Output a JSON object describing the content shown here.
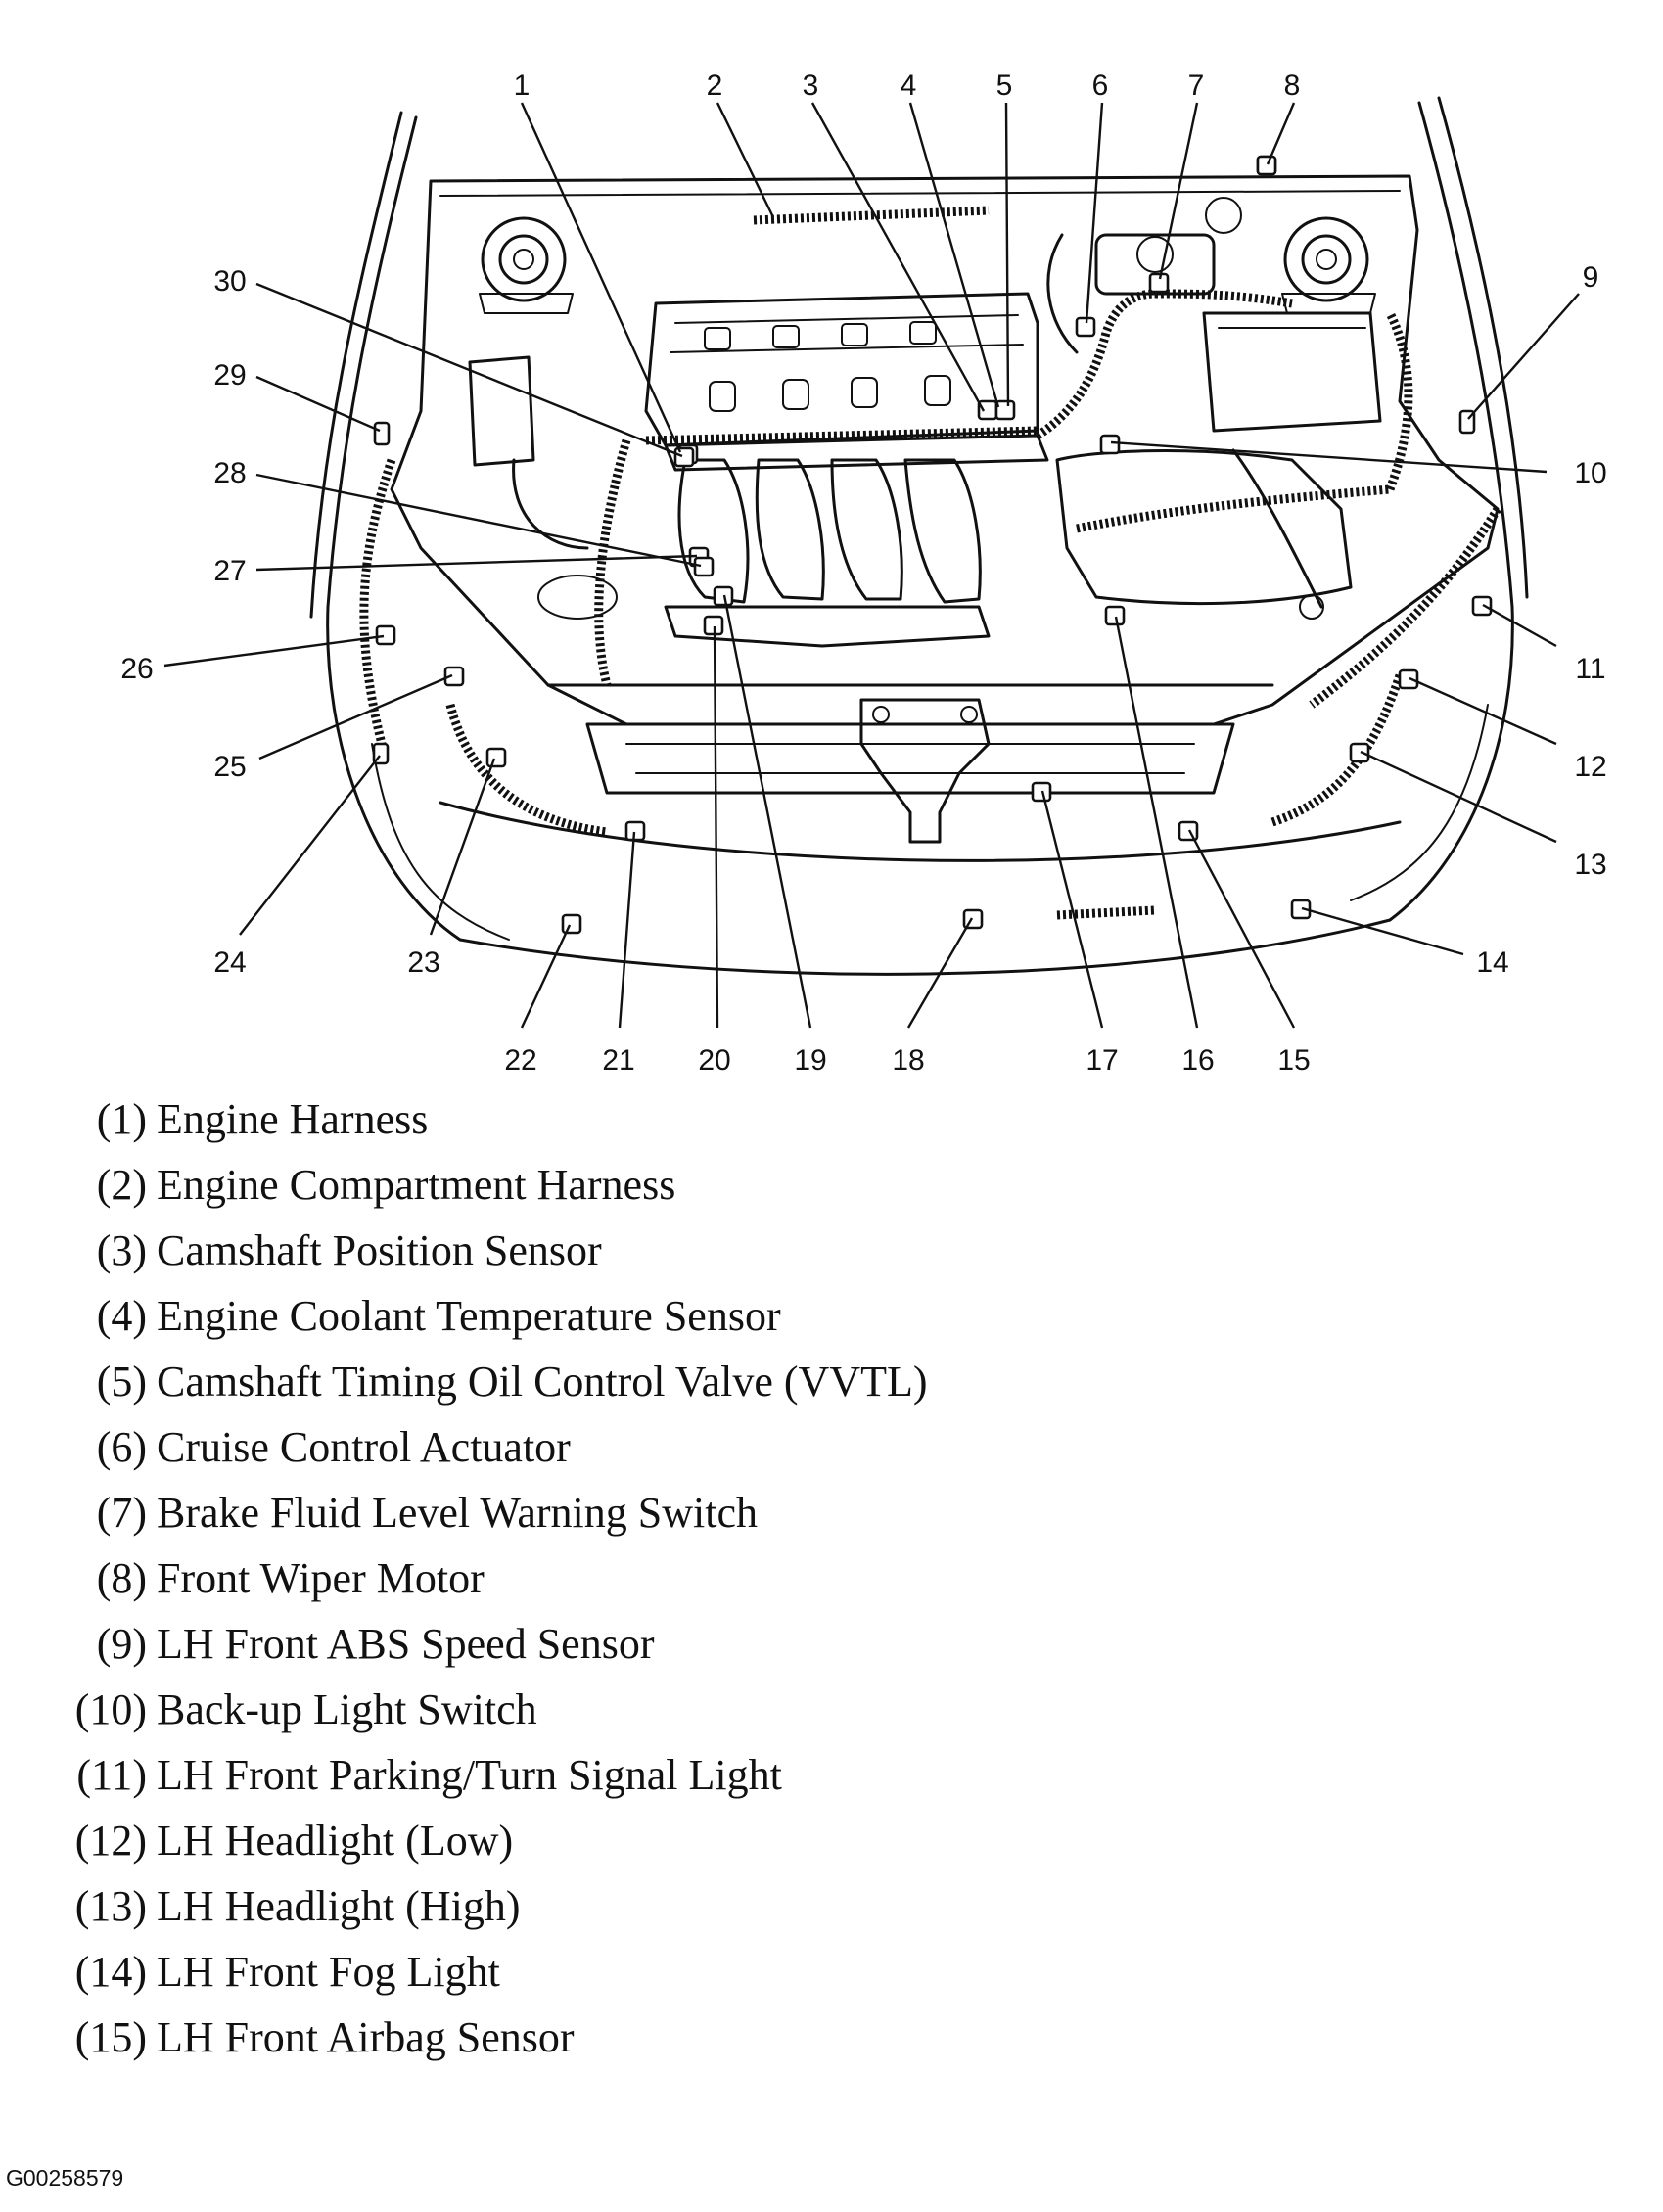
{
  "callout_numbers": [
    "1",
    "2",
    "3",
    "4",
    "5",
    "6",
    "7",
    "8",
    "9",
    "10",
    "11",
    "12",
    "13",
    "14",
    "15",
    "16",
    "17",
    "18",
    "19",
    "20",
    "21",
    "22",
    "23",
    "24",
    "25",
    "26",
    "27",
    "28",
    "29",
    "30"
  ],
  "legend": [
    {
      "num": "(1)",
      "label": "Engine Harness"
    },
    {
      "num": "(2)",
      "label": "Engine Compartment Harness"
    },
    {
      "num": "(3)",
      "label": "Camshaft Position Sensor"
    },
    {
      "num": "(4)",
      "label": "Engine Coolant Temperature Sensor"
    },
    {
      "num": "(5)",
      "label": "Camshaft Timing Oil Control Valve (VVTL)"
    },
    {
      "num": "(6)",
      "label": "Cruise Control Actuator"
    },
    {
      "num": "(7)",
      "label": "Brake Fluid Level Warning Switch"
    },
    {
      "num": "(8)",
      "label": "Front Wiper Motor"
    },
    {
      "num": "(9)",
      "label": "LH Front ABS Speed Sensor"
    },
    {
      "num": "(10)",
      "label": "Back-up Light Switch"
    },
    {
      "num": "(11)",
      "label": "LH Front Parking/Turn Signal Light"
    },
    {
      "num": "(12)",
      "label": "LH Headlight (Low)"
    },
    {
      "num": "(13)",
      "label": "LH Headlight (High)"
    },
    {
      "num": "(14)",
      "label": "LH Front Fog Light"
    },
    {
      "num": "(15)",
      "label": "LH Front Airbag Sensor"
    }
  ],
  "figure_id": "G00258579"
}
